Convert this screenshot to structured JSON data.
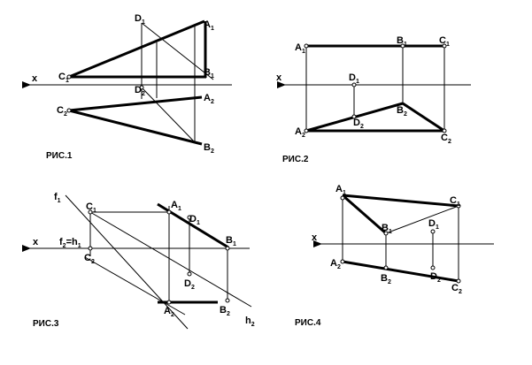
{
  "figures": [
    {
      "caption": "РИС.1",
      "axis_label": "x",
      "points": [
        {
          "letter": "D",
          "sub": "1"
        },
        {
          "letter": "A",
          "sub": "1"
        },
        {
          "letter": "C",
          "sub": "1"
        },
        {
          "letter": "B",
          "sub": "1"
        },
        {
          "letter": "D",
          "sub": "2"
        },
        {
          "letter": "A",
          "sub": "2"
        },
        {
          "letter": "C",
          "sub": "2"
        },
        {
          "letter": "B",
          "sub": "2"
        }
      ]
    },
    {
      "caption": "РИС.2",
      "axis_label": "x",
      "points": [
        {
          "letter": "A",
          "sub": "1"
        },
        {
          "letter": "B",
          "sub": "1"
        },
        {
          "letter": "C",
          "sub": "1"
        },
        {
          "letter": "D",
          "sub": "1"
        },
        {
          "letter": "B",
          "sub": "2"
        },
        {
          "letter": "D",
          "sub": "2"
        },
        {
          "letter": "A",
          "sub": "2"
        },
        {
          "letter": "C",
          "sub": "2"
        }
      ]
    },
    {
      "caption": "РИС.3",
      "axis_label": "x",
      "trace_label": {
        "text": "f",
        "sub": "1"
      },
      "axis_note": {
        "a": "f",
        "a_sub": "2",
        "eq": "=h",
        "b_sub": "1"
      },
      "h2_label": {
        "text": "h",
        "sub": "2"
      },
      "points": [
        {
          "letter": "C",
          "sub": "1"
        },
        {
          "letter": "A",
          "sub": "1"
        },
        {
          "letter": "D",
          "sub": "1"
        },
        {
          "letter": "B",
          "sub": "1"
        },
        {
          "letter": "C",
          "sub": "2"
        },
        {
          "letter": "D",
          "sub": "2"
        },
        {
          "letter": "A",
          "sub": "2"
        },
        {
          "letter": "B",
          "sub": "2"
        }
      ]
    },
    {
      "caption": "РИС.4",
      "axis_label": "x",
      "points": [
        {
          "letter": "A",
          "sub": "1"
        },
        {
          "letter": "C",
          "sub": "1"
        },
        {
          "letter": "B",
          "sub": "1"
        },
        {
          "letter": "D",
          "sub": "1"
        },
        {
          "letter": "A",
          "sub": "2"
        },
        {
          "letter": "B",
          "sub": "2"
        },
        {
          "letter": "D",
          "sub": "2"
        },
        {
          "letter": "C",
          "sub": "2"
        }
      ]
    }
  ]
}
